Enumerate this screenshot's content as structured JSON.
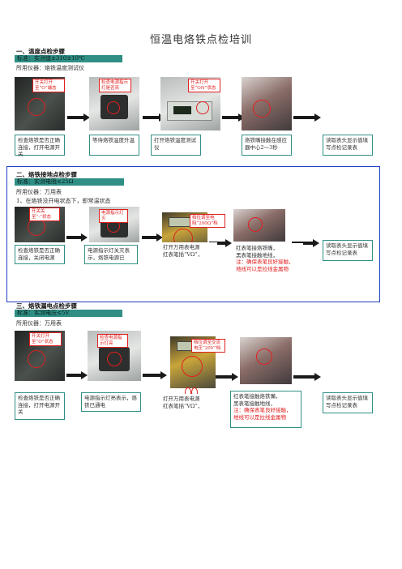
{
  "title": "恒温电烙铁点检培训",
  "sec1": {
    "heading": "一、温度点检步骤",
    "standard": "标准：实测值±310±10℃",
    "instrument": "所用仪器：烙铁温度测试仪",
    "callouts": [
      "开关打开至“O”端态",
      "检查电源指示灯是否亮",
      "开关打开至“ON”状态"
    ],
    "steps": [
      "检查烙铁是否正确连接，打开电源开关",
      "等待烙铁温度升温",
      "打开烙铁温度测试仪",
      "烙铁嘴接触在感应器中心2～3秒",
      "读取表头显示值填写点检记录表"
    ]
  },
  "sec2": {
    "heading": "二、烙铁接地点检步骤",
    "standard": "标准：实测电阻≤25Ω",
    "instrument": "所用仪器：万用表",
    "note": "1、在烙铁没开电状态下，即常温状态",
    "callouts": [
      "开关关至“-”状态",
      "电源指示灯灭",
      "档位调至电阻“200Ω”档"
    ],
    "steps": [
      "检查烙铁是否正确连接，关闭电源",
      "电源指示灯关灭表示，烙铁电源已",
      "打开万用表电源",
      "红表笔插“VΩ”，",
      "红表笔接烙铁嘴，",
      "黑表笔接触地线，",
      "注：确保表笔良好接触，",
      "地线可以是拉线金属物",
      "读取表头显示值填写点检记录表"
    ]
  },
  "sec3": {
    "heading": "三、烙铁漏电点检步骤",
    "standard": "标准：实测电压≤5V",
    "instrument": "所用仪器：万用表",
    "callouts": [
      "开关打开至“O”状态",
      "检查电源指示灯亮",
      "档位调至交流电压“20V”档"
    ],
    "steps": [
      "检查烙铁是否正确连接，打开电源开关",
      "电源指示灯亮表示，烙铁已通电",
      "打开万用表电源",
      "红表笔插“VΩ”，",
      "红表笔接触烙铁嘴，",
      "黑表笔接触地线，",
      "注：确保表笔良好接触，",
      "地线可以是拉线金属物",
      "读取表头显示值填写点检记录表"
    ]
  }
}
